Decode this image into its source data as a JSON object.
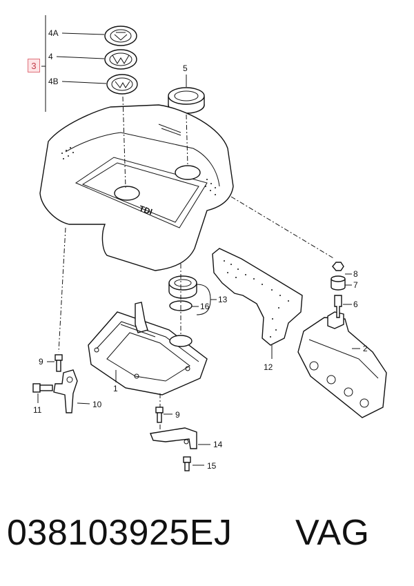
{
  "callouts": {
    "c3": "3",
    "c4a": "4A",
    "c4": "4",
    "c4b": "4B",
    "c5": "5",
    "c8": "8",
    "c7": "7",
    "c6": "6",
    "c2": "2",
    "c13": "13",
    "c16": "16",
    "c12": "12",
    "c9a": "9",
    "c11": "11",
    "c10": "10",
    "c1": "1",
    "c9b": "9",
    "c14": "14",
    "c15": "15"
  },
  "engraving": {
    "cover_text": "TDI"
  },
  "footer": {
    "part_number": "038103925EJ",
    "brand": "VAG"
  },
  "colors": {
    "callout_fill": "#fde4e6",
    "callout_border": "#e0707a",
    "line": "#111111"
  }
}
